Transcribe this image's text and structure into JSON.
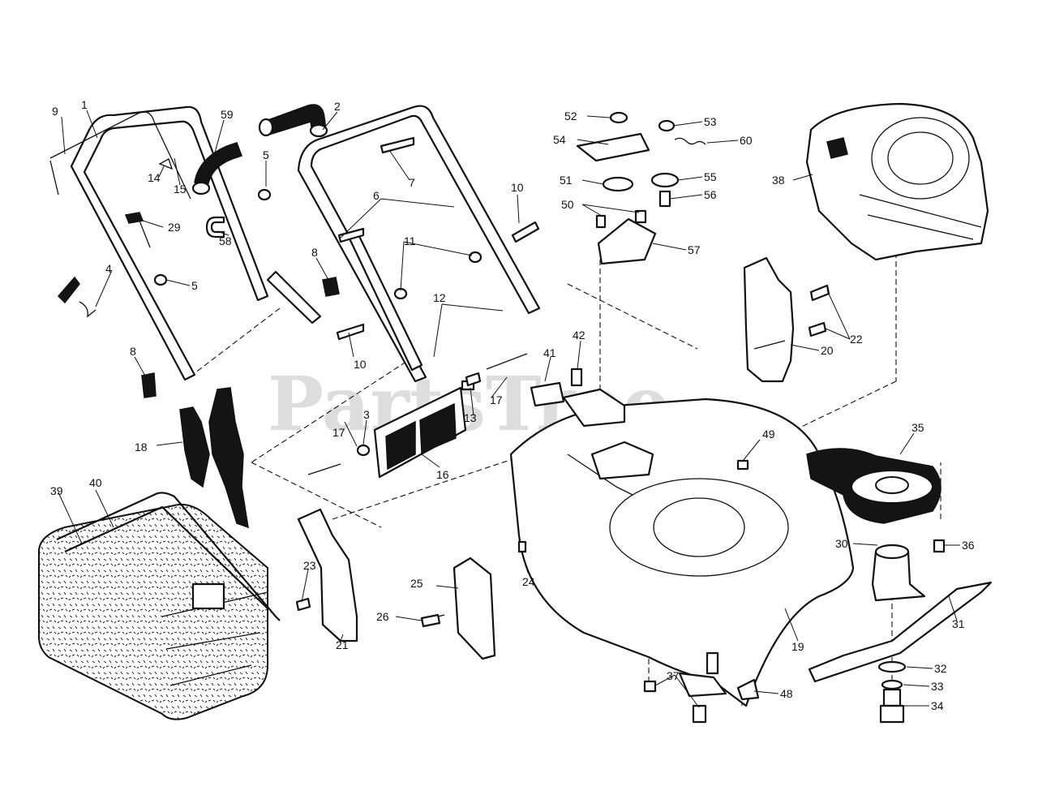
{
  "watermark": "PartsTree",
  "callouts": {
    "c1": "1",
    "c2": "2",
    "c3": "3",
    "c4": "4",
    "c5a": "5",
    "c5b": "5",
    "c6": "6",
    "c7": "7",
    "c8a": "8",
    "c8b": "8",
    "c9": "9",
    "c10a": "10",
    "c10b": "10",
    "c11": "11",
    "c12": "12",
    "c13": "13",
    "c14": "14",
    "c15": "15",
    "c16": "16",
    "c17a": "17",
    "c17b": "17",
    "c18": "18",
    "c19": "19",
    "c20": "20",
    "c21": "21",
    "c22": "22",
    "c23": "23",
    "c24": "24",
    "c25": "25",
    "c26": "26",
    "c29": "29",
    "c30": "30",
    "c31": "31",
    "c32": "32",
    "c33": "33",
    "c34": "34",
    "c35": "35",
    "c36": "36",
    "c37": "37",
    "c38": "38",
    "c39": "39",
    "c40": "40",
    "c41": "41",
    "c42": "42",
    "c48": "48",
    "c49": "49",
    "c50": "50",
    "c51": "51",
    "c52": "52",
    "c53": "53",
    "c54": "54",
    "c55": "55",
    "c56": "56",
    "c57": "57",
    "c58": "58",
    "c59": "59",
    "c60": "60"
  }
}
